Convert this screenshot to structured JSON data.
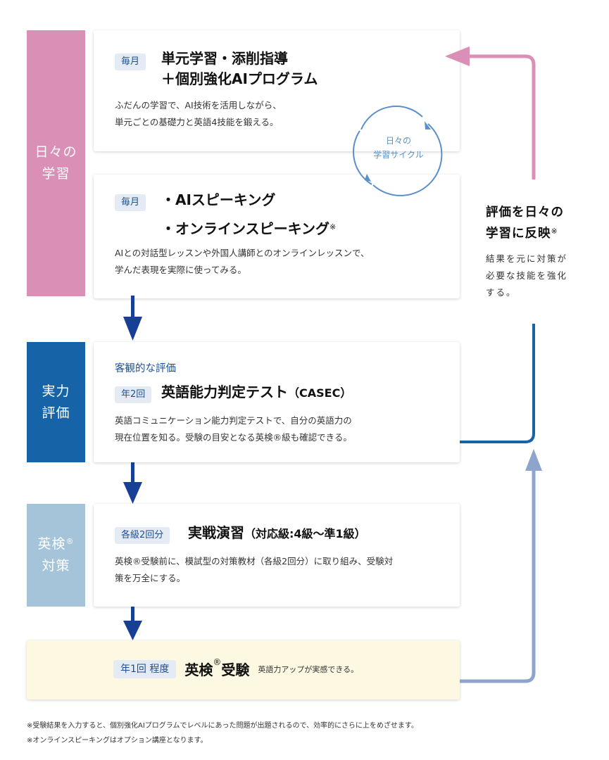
{
  "colors": {
    "daily": "#da8fb6",
    "evaluation": "#1663a8",
    "eiken_prep": "#a5c4da",
    "down_arrow": "#173f96",
    "cycle": "#5b8fc9",
    "feedback_light": "#8da4cc",
    "exam_bg": "#fdf8e2"
  },
  "sections": {
    "daily": {
      "label": "日々の\n学習"
    },
    "evaluation": {
      "label": "実力\n評価"
    },
    "eiken_prep": {
      "label": "英検",
      "mark": "®",
      "label2": "対策"
    }
  },
  "cards": [
    {
      "badge": "毎月",
      "title": "単元学習・添削指導\n＋個別強化AIプログラム",
      "description": "ふだんの学習で、AI技術を活用しながら、\n単元ごとの基礎力と英語4技能を鍛える。"
    },
    {
      "badge": "毎月",
      "title_line1": "・AIスピーキング",
      "title_line2": "・オンラインスピーキング",
      "title_mark": "※",
      "description": "AIとの対話型レッスンや外国人講師とのオンラインレッスンで、\n学んだ表現を実際に使ってみる。"
    },
    {
      "subtitle": "客観的な評価",
      "badge": "年2回",
      "title": "英語能力判定テスト",
      "title_paren": "（CASEC）",
      "description": "英語コミュニケーション能力判定テストで、自分の英語力の\n現在位置を知る。受験の目安となる英検®級も確認できる。"
    },
    {
      "badge": "各級2回分",
      "title": "実戦演習",
      "title_paren": "（対応級:4級〜準1級）",
      "description": "英検®受験前に、模試型の対策教材（各級2回分）に取り組み、受験対\n策を万全にする。"
    },
    {
      "badge": "年1回 程度",
      "title": "英検",
      "title_mark": "®",
      "title2": "受験",
      "note": "英語力アップが実感できる。"
    }
  ],
  "cycle": {
    "label": "日々の\n学習サイクル"
  },
  "feedback": {
    "heading": "評価を日々の\n学習に反映",
    "heading_mark": "※",
    "description": "結果を元に対策が\n必要な技能を強化\nする。"
  },
  "footnotes": [
    "※受験結果を入力すると、個別強化AIプログラムでレベルにあった問題が出題されるので、効率的にさらに上をめざせます。",
    "※オンラインスピーキングはオプション講座となります。"
  ]
}
